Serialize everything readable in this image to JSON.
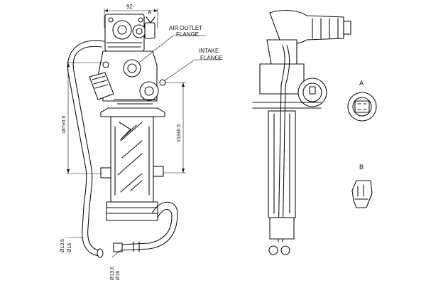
{
  "labels": {
    "width_92": "92",
    "view_a_top": "A",
    "air_outlet_1": "AIR OUTLET",
    "air_outlet_2": "FLANGE",
    "intake_1": "INTAKE",
    "intake_2": "FLANGE",
    "dim_187": "187±0.5",
    "dim_153": "153±0.5",
    "dia_136_left": "Ø13.6",
    "dia_16_left": "Ø16",
    "dia_136_bottom": "Ø13.6",
    "dia_16_bottom": "Ø16",
    "detail_a": "A",
    "detail_b": "B"
  }
}
